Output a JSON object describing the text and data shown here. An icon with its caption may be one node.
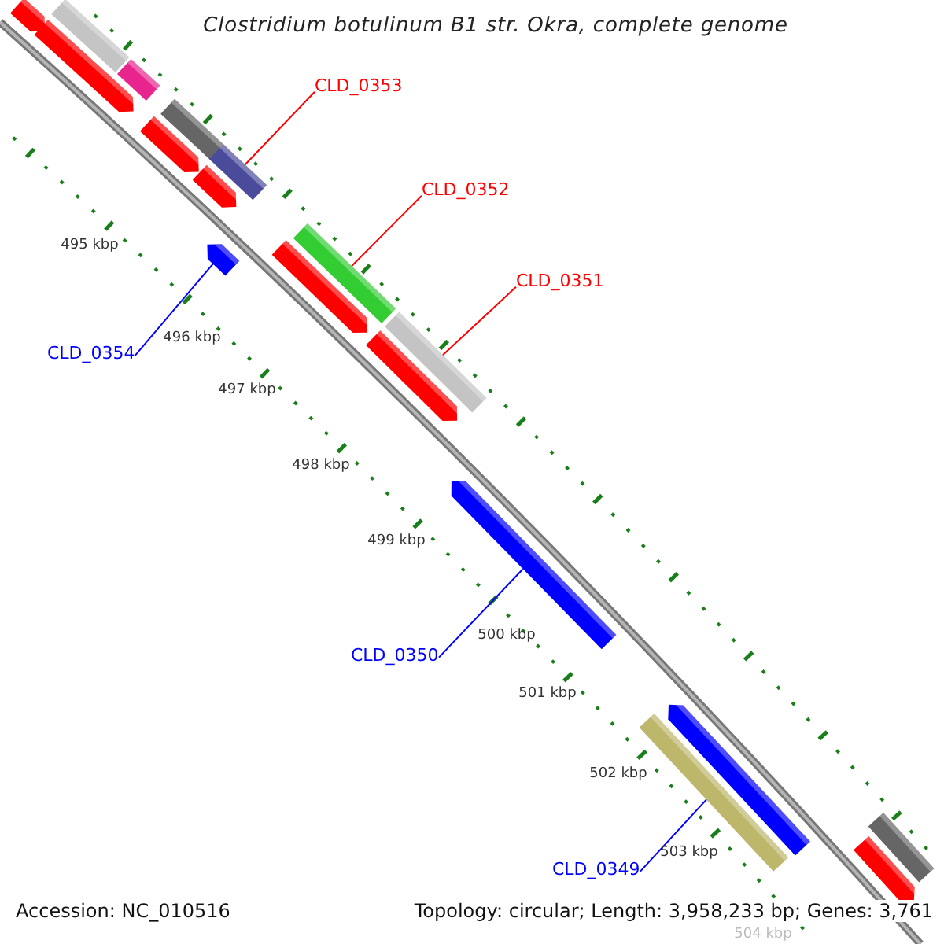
{
  "diagram": {
    "title": "Clostridium botulinum B1 str. Okra, complete genome",
    "nodes": [
      {
        "text": [
          "CLD_0353"
        ]
      },
      {
        "text": [
          "CLD_0352"
        ]
      },
      {
        "text": [
          "CLD_0351"
        ]
      },
      {
        "text": [
          "CLD_0354"
        ]
      },
      {
        "text": [
          "CLD_0350"
        ]
      },
      {
        "text": [
          "CLD_0349"
        ]
      },
      {
        "text": [],
        "shape": "bar"
      },
      {
        "text": [],
        "shape": "arrow"
      },
      {
        "text": [],
        "shape": "bar"
      },
      {
        "text": [],
        "shape": "bar"
      },
      {
        "text": [],
        "shape": "arrow"
      },
      {
        "text": [],
        "shape": "bar"
      }
    ],
    "edges": [
      {
        "from": 0,
        "to": 6,
        "arrow": "none",
        "color": "#ff0000"
      },
      {
        "from": 1,
        "to": 8,
        "arrow": "none",
        "color": "#ff0000"
      },
      {
        "from": 2,
        "to": 9,
        "arrow": "none",
        "color": "#ff0000"
      },
      {
        "from": 3,
        "to": 7,
        "arrow": "none",
        "color": "#0000ff"
      },
      {
        "from": 4,
        "to": 10,
        "arrow": "none",
        "color": "#0000ff"
      },
      {
        "from": 5,
        "to": 11,
        "arrow": "none",
        "color": "#0000ff"
      }
    ],
    "labels": [
      "495 kbp",
      "496 kbp",
      "497 kbp",
      "498 kbp",
      "499 kbp",
      "500 kbp",
      "501 kbp",
      "502 kbp",
      "503 kbp",
      "504 kbp",
      "Accession: NC_010516",
      "Topology: circular; Length: 3,958,233 bp; Genes: 3,761"
    ]
  }
}
